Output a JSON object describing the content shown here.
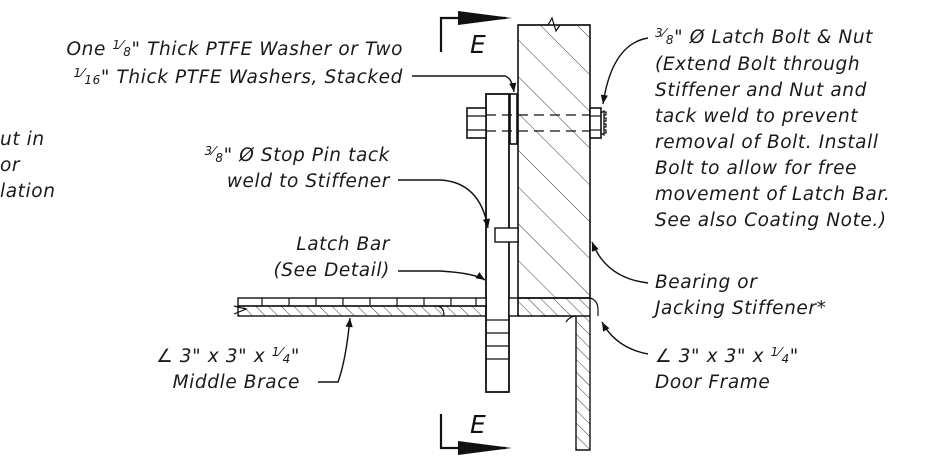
{
  "section": {
    "cut_label_top": "E",
    "cut_label_bottom": "E"
  },
  "notes": {
    "partial_left": [
      "ut in",
      "or",
      "lation"
    ],
    "washer": {
      "line1_pre": "One ",
      "line1_num": "1",
      "line1_den": "8",
      "line1_post": "\" Thick PTFE Washer or Two",
      "line2_num": "1",
      "line2_den": "16",
      "line2_post": "\" Thick PTFE Washers, Stacked"
    },
    "stop_pin": {
      "num": "3",
      "den": "8",
      "line1_post": "\" Ø Stop Pin tack",
      "line2": "weld to Stiffener"
    },
    "latch_bar": {
      "line1": "Latch Bar",
      "line2": "(See Detail)"
    },
    "middle_brace": {
      "line1_pre": "∠ 3\" x 3\" x ",
      "num": "1",
      "den": "4",
      "line1_post": "\"",
      "line2": "Middle Brace"
    },
    "latch_bolt": {
      "num": "3",
      "den": "8",
      "line1_post": "\" Ø Latch Bolt & Nut",
      "lines": [
        "(Extend Bolt through",
        "Stiffener and Nut and",
        "tack weld to prevent",
        "removal of Bolt. Install",
        "Bolt to allow for free",
        "movement of Latch Bar.",
        "See also Coating Note.)"
      ]
    },
    "stiffener": {
      "line1": "Bearing or",
      "line2": "Jacking Stiffener*"
    },
    "door_frame": {
      "line1_pre": "∠ 3\" x 3\" x ",
      "num": "1",
      "den": "4",
      "line1_post": "\"",
      "line2": "Door Frame"
    }
  }
}
